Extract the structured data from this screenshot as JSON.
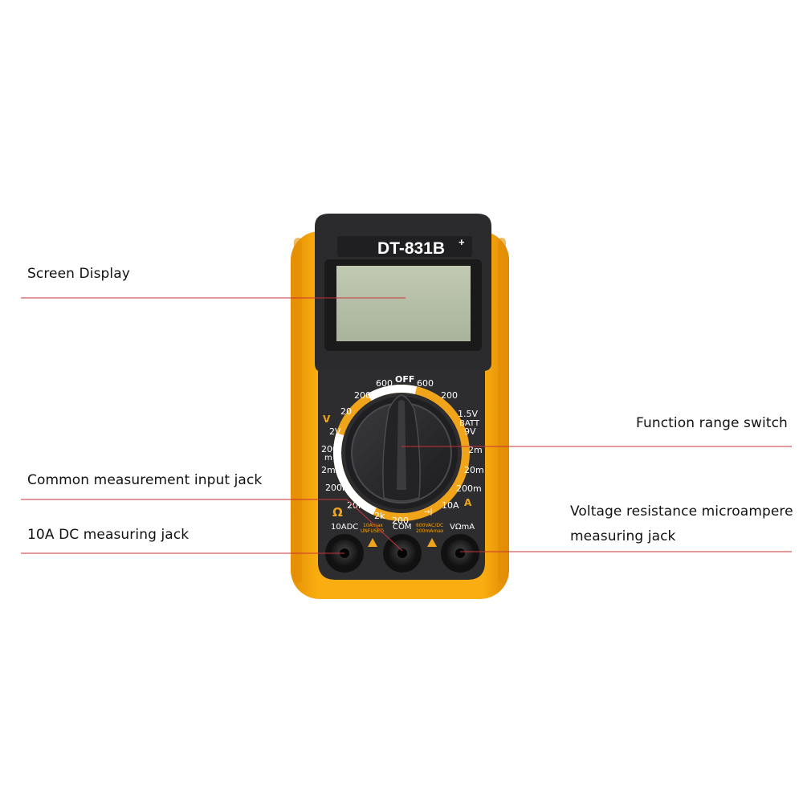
{
  "callouts": {
    "screen": "Screen Display",
    "switch": "Function range switch",
    "com": "Common measurement input jack",
    "tenA": "10A DC measuring jack",
    "vohm": "Voltage resistance microampere measuring jack"
  },
  "device": {
    "model": "DT-831B",
    "model_sup": "+",
    "dial": {
      "off": "OFF",
      "v_ac_left": "600",
      "v_ac_right": "600",
      "dcv_200": "200",
      "dcv_20": "20",
      "dcv_2": "2V",
      "dcv_200m": "200",
      "dcv_200m_unit": "m",
      "ohm_2m": "2mΩ",
      "ohm_200k": "200k",
      "ohm_20k": "20k",
      "ohm_2k": "2k",
      "ohm_200": "200",
      "vac_200": "200",
      "batt_15": "1.5V",
      "batt": "BATT",
      "batt_9": "9V",
      "dca_2m": "2m",
      "dca_20m": "20m",
      "dca_200m": "200m",
      "dca_10a": "10A",
      "v_symbol": "V",
      "a_symbol": "A",
      "ohm_symbol": "Ω",
      "diode_symbol": "→|"
    },
    "jacks": {
      "left_label": "10ADC",
      "left_sub1": "10Amax",
      "left_sub2": "UNFUSED",
      "mid_label": "COM",
      "mid_sub1": "600VAC/DC",
      "mid_sub2": "200mAmax",
      "right_label": "VΩmA"
    }
  },
  "colors": {
    "body_orange": "#f7a90b",
    "bezel_black": "#2a2a2c",
    "lcd": "#b6bfa6",
    "dial_ring": "#f0a419",
    "leader_line": "#c8323a"
  }
}
